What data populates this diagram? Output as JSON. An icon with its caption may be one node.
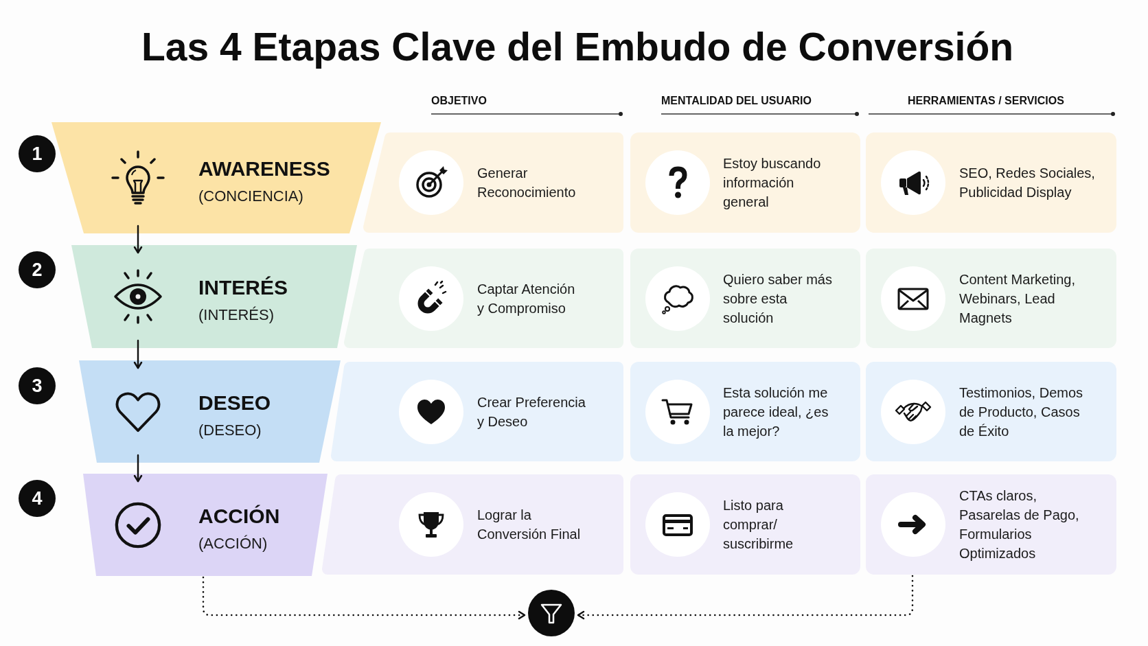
{
  "diagram": {
    "title": "Las 4 Etapas Clave del Embudo de Conversión",
    "nodes": [
      {
        "text": [
          "1"
        ]
      },
      {
        "text": [
          "AWARENESS",
          "(CONCIENCIA)"
        ]
      },
      {
        "text": [
          "Generar Reconocimiento"
        ]
      },
      {
        "text": [
          "Estoy buscando información general"
        ]
      },
      {
        "text": [
          "SEO, Redes Sociales, Publicidad Display"
        ]
      },
      {
        "text": [
          "2"
        ]
      },
      {
        "text": [
          "INTERÉS",
          "(INTERÉS)"
        ]
      },
      {
        "text": [
          "Captar Atención y Compromiso"
        ]
      },
      {
        "text": [
          "Quiero saber más sobre esta solución"
        ]
      },
      {
        "text": [
          "Content Marketing, Webinars, Lead Magnets"
        ]
      },
      {
        "text": [
          "3"
        ]
      },
      {
        "text": [
          "DESEO",
          "(DESEO)"
        ]
      },
      {
        "text": [
          "Crear Preferencia y Deseo"
        ]
      },
      {
        "text": [
          "Esta solución me parece ideal, ¿es la mejor?"
        ]
      },
      {
        "text": [
          "Testimonios, Demos de Producto, Casos de Éxito"
        ]
      },
      {
        "text": [
          "4"
        ]
      },
      {
        "text": [
          "ACCIÓN",
          "(ACCIÓN)"
        ]
      },
      {
        "text": [
          "Lograr la Conversión Final"
        ]
      },
      {
        "text": [
          "Listo para comprar/ suscribirme"
        ]
      },
      {
        "text": [
          "CTAs claros, Pasarelas de Pago, Formularios Optimizados"
        ]
      },
      {
        "text": [],
        "shape": "circle"
      }
    ],
    "edges": [
      {
        "from": 1,
        "to": 6,
        "arrow": "to"
      },
      {
        "from": 6,
        "to": 11,
        "arrow": "to"
      },
      {
        "from": 11,
        "to": 16,
        "arrow": "to"
      },
      {
        "from": 16,
        "to": 20,
        "arrow": "to",
        "style": "dashed"
      },
      {
        "from": 19,
        "to": 20,
        "arrow": "to",
        "style": "dashed"
      }
    ],
    "labels": [
      "OBJETIVO",
      "MENTALIDAD DEL USUARIO",
      "HERRAMIENTAS / SERVICIOS"
    ]
  }
}
